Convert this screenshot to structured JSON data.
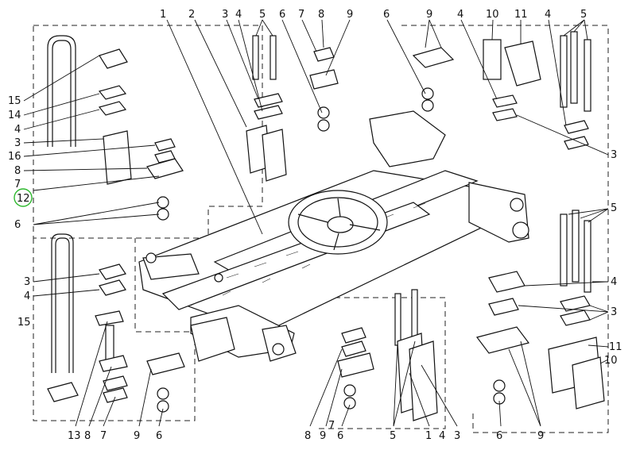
{
  "highlight_color": "#2eb82e",
  "labels": [
    {
      "id": "c1",
      "text": "1"
    },
    {
      "id": "c2",
      "text": "2"
    },
    {
      "id": "c3",
      "text": "3"
    },
    {
      "id": "c4",
      "text": "4"
    },
    {
      "id": "c5",
      "text": "5"
    },
    {
      "id": "c6",
      "text": "6"
    },
    {
      "id": "c7",
      "text": "7"
    },
    {
      "id": "c8",
      "text": "8"
    },
    {
      "id": "c9",
      "text": "9"
    },
    {
      "id": "c6b",
      "text": "6"
    },
    {
      "id": "c9b",
      "text": "9"
    },
    {
      "id": "c4b",
      "text": "4"
    },
    {
      "id": "c10",
      "text": "10"
    },
    {
      "id": "c11",
      "text": "11"
    },
    {
      "id": "c4c",
      "text": "4"
    },
    {
      "id": "c5b",
      "text": "5"
    },
    {
      "id": "l15",
      "text": "15"
    },
    {
      "id": "l14",
      "text": "14"
    },
    {
      "id": "l4",
      "text": "4"
    },
    {
      "id": "l3",
      "text": "3"
    },
    {
      "id": "l16",
      "text": "16"
    },
    {
      "id": "l8",
      "text": "8"
    },
    {
      "id": "l7",
      "text": "7"
    },
    {
      "id": "l12",
      "text": "12"
    },
    {
      "id": "l6",
      "text": "6"
    },
    {
      "id": "r3a",
      "text": "3"
    },
    {
      "id": "r5",
      "text": "5"
    },
    {
      "id": "r4",
      "text": "4"
    },
    {
      "id": "r3b",
      "text": "3"
    },
    {
      "id": "r11",
      "text": "11"
    },
    {
      "id": "r10",
      "text": "10"
    },
    {
      "id": "bl3",
      "text": "3"
    },
    {
      "id": "bl4",
      "text": "4"
    },
    {
      "id": "bl15",
      "text": "15"
    },
    {
      "id": "b13",
      "text": "13"
    },
    {
      "id": "b8",
      "text": "8"
    },
    {
      "id": "b7",
      "text": "7"
    },
    {
      "id": "b9",
      "text": "9"
    },
    {
      "id": "b6",
      "text": "6"
    },
    {
      "id": "m8",
      "text": "8"
    },
    {
      "id": "m9",
      "text": "9"
    },
    {
      "id": "m7",
      "text": "7"
    },
    {
      "id": "m6",
      "text": "6"
    },
    {
      "id": "m5",
      "text": "5"
    },
    {
      "id": "m1",
      "text": "1"
    },
    {
      "id": "m4",
      "text": "4"
    },
    {
      "id": "m3",
      "text": "3"
    },
    {
      "id": "br6",
      "text": "6"
    },
    {
      "id": "br9",
      "text": "9"
    }
  ]
}
